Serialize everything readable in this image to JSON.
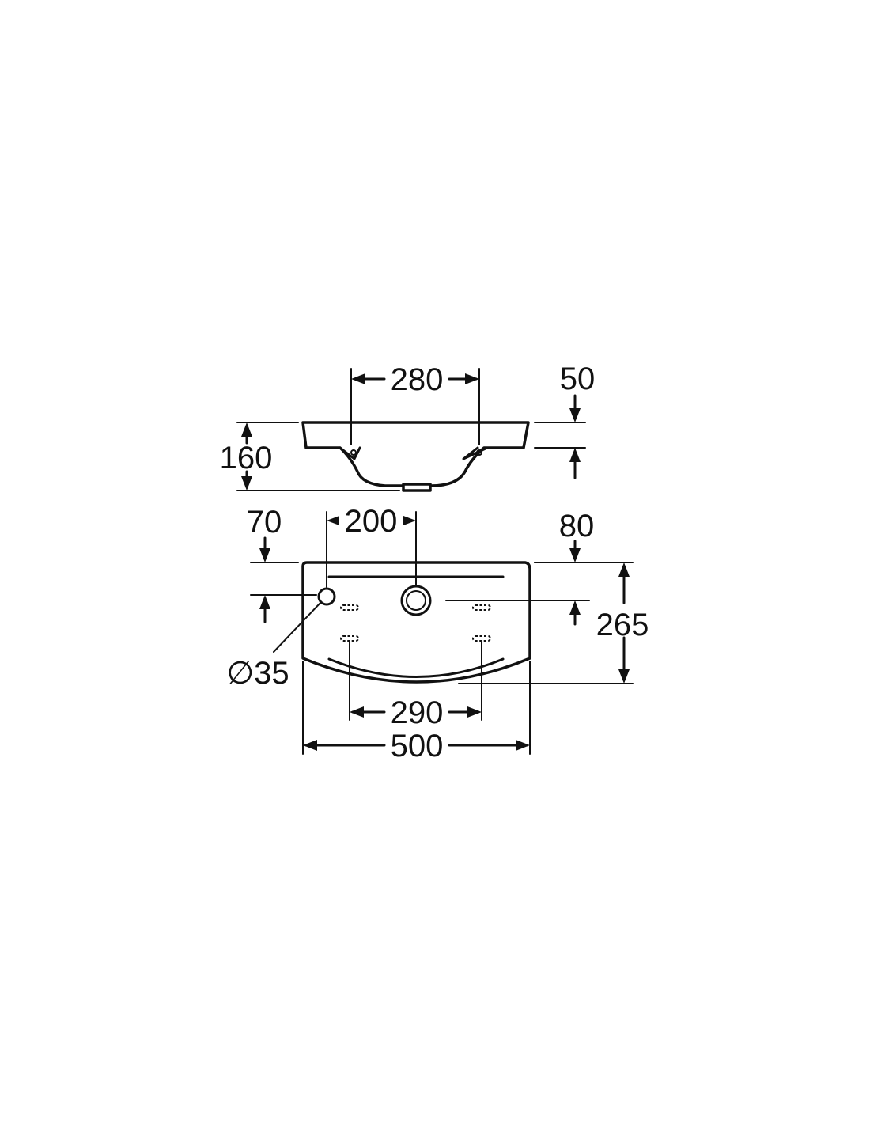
{
  "dimensions": {
    "top_width": "280",
    "top_right_offset": "50",
    "side_height": "160",
    "hole_left_offset": "70",
    "hole_spacing": "200",
    "right_offset": "80",
    "depth": "265",
    "hole_diameter": "∅35",
    "bracket_spacing": "290",
    "overall_width": "500"
  }
}
